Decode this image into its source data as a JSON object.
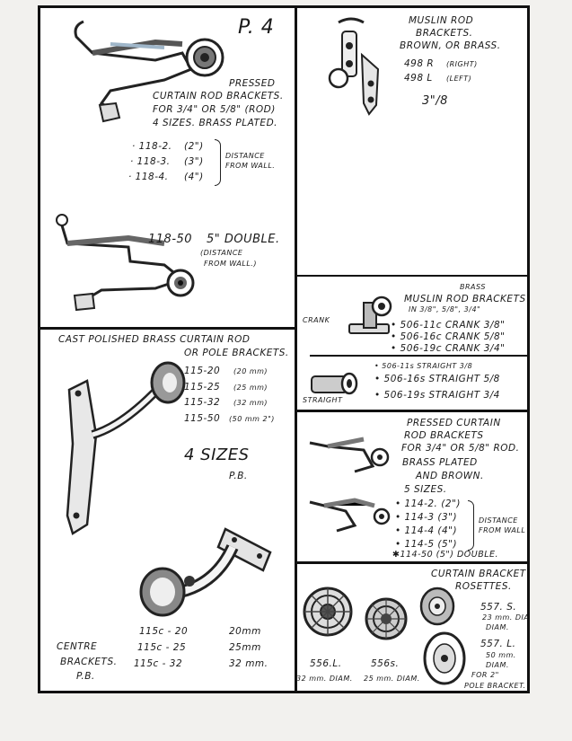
{
  "page_label": "P. 4",
  "sections": {
    "pressed_brackets": {
      "title_lines": [
        "PRESSED",
        "CURTAIN ROD BRACKETS.",
        "FOR 3/4\" OR 5/8\" (ROD)",
        "4 SIZES. BRASS PLATED."
      ],
      "items": [
        {
          "code": "· 118-2.",
          "size": "(2\")"
        },
        {
          "code": "· 118-3.",
          "size": "(3\")"
        },
        {
          "code": "· 118-4.",
          "size": "(4\")"
        }
      ],
      "distance_note": [
        "DISTANCE",
        "FROM WALL."
      ],
      "double": {
        "code": "118-50",
        "label": "5\" DOUBLE.",
        "note": [
          "(DISTANCE",
          "FROM WALL.)"
        ]
      }
    },
    "muslin_rod": {
      "title_lines": [
        "MUSLIN ROD",
        "BRACKETS.",
        "BROWN, OR BRASS."
      ],
      "items": [
        {
          "code": "498 R",
          "note": "(RIGHT)"
        },
        {
          "code": "498 L",
          "note": "(LEFT)"
        }
      ],
      "size": "3\"/8"
    },
    "brass_muslin": {
      "title_lines": [
        "BRASS",
        "MUSLIN ROD BRACKETS",
        "IN 3/8\", 5/8\", 3/4\""
      ],
      "crank_label": "CRANK",
      "straight_label": "STRAIGHT",
      "crank_items": [
        "• 506-11c CRANK 3/8\"",
        "• 506-16c CRANK 5/8\"",
        "• 506-19c CRANK 3/4\""
      ],
      "straight_items": [
        "• 506-11s STRAIGHT 3/8",
        "• 506-16s STRAIGHT 5/8",
        "• 506-19s STRAIGHT 3/4"
      ]
    },
    "cast_polished": {
      "title_lines": [
        "CAST POLISHED BRASS CURTAIN ROD",
        "OR POLE BRACKETS."
      ],
      "items": [
        {
          "code": "115-20",
          "size": "(20 mm)"
        },
        {
          "code": "115-25",
          "size": "(25 mm)"
        },
        {
          "code": "115-32",
          "size": "(32 mm)"
        },
        {
          "code": "115-50",
          "size": "(50 mm 2\")"
        }
      ],
      "sizes_label": "4 SIZES",
      "finish": "P.B.",
      "centre": {
        "label_lines": [
          "CENTRE",
          "BRACKETS.",
          "P.B."
        ],
        "items": [
          {
            "code": "115c - 20",
            "size": "20mm"
          },
          {
            "code": "115c - 25",
            "size": "25mm"
          },
          {
            "code": "115c - 32",
            "size": "32 mm."
          }
        ]
      }
    },
    "pressed_curtain": {
      "title_lines": [
        "PRESSED CURTAIN",
        "ROD BRACKETS",
        "FOR 3/4\" OR 5/8\" ROD.",
        "BRASS PLATED",
        "AND BROWN.",
        "5 SIZES."
      ],
      "items": [
        "• 114-2. (2\")",
        "• 114-3 (3\")",
        "• 114-4 (4\")",
        "• 114-5 (5\")",
        "✱114-50 (5\") DOUBLE."
      ],
      "distance_note": [
        "DISTANCE",
        "FROM WALL"
      ]
    },
    "rosettes": {
      "title_lines": [
        "CURTAIN BRACKET",
        "ROSETTES."
      ],
      "items": [
        {
          "code": "557. S.",
          "lines": [
            "23 mm. DIA",
            "DIAM."
          ]
        },
        {
          "code": "557. L.",
          "lines": [
            "50 mm.",
            "DIAM.",
            "FOR 2\"",
            "POLE BRACKET."
          ]
        }
      ],
      "bottom": [
        {
          "code": "556.L.",
          "diam": "32 mm. DIAM."
        },
        {
          "code": "556s.",
          "diam": "25 mm. DIAM."
        }
      ]
    }
  }
}
